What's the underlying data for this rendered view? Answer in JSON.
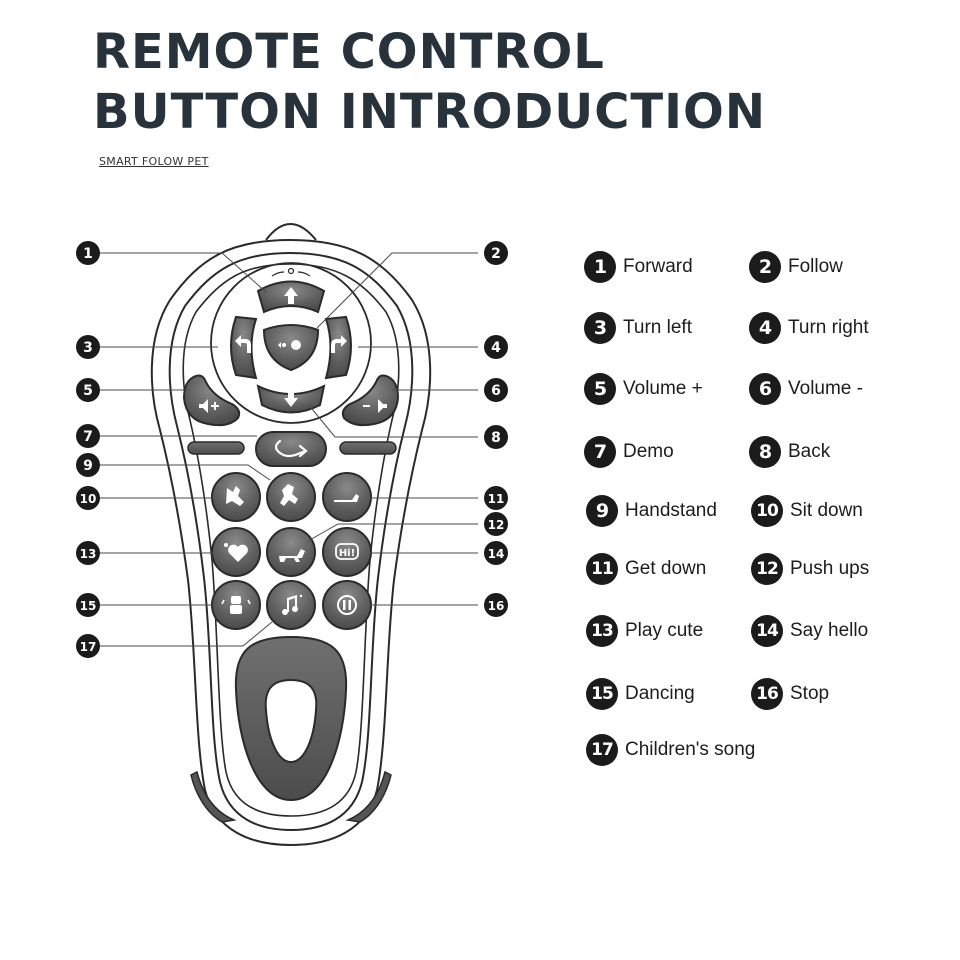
{
  "header": {
    "title_line1": "REMOTE CONTROL",
    "title_line2": "BUTTON INTRODUCTION",
    "subtitle": "SMART FOLOW PET"
  },
  "callouts": [
    "1",
    "2",
    "3",
    "4",
    "5",
    "6",
    "7",
    "8",
    "9",
    "10",
    "11",
    "12",
    "13",
    "14",
    "15",
    "16",
    "17"
  ],
  "remote_icons": {
    "hello_button_text": "Hi!"
  },
  "legend": [
    {
      "num": "1",
      "label": "Forward"
    },
    {
      "num": "2",
      "label": "Follow"
    },
    {
      "num": "3",
      "label": "Turn left"
    },
    {
      "num": "4",
      "label": "Turn right"
    },
    {
      "num": "5",
      "label": "Volume +"
    },
    {
      "num": "6",
      "label": "Volume -"
    },
    {
      "num": "7",
      "label": "Demo"
    },
    {
      "num": "8",
      "label": "Back"
    },
    {
      "num": "9",
      "label": "Handstand"
    },
    {
      "num": "10",
      "label": "Sit down"
    },
    {
      "num": "11",
      "label": "Get down"
    },
    {
      "num": "12",
      "label": "Push ups"
    },
    {
      "num": "13",
      "label": "Play cute"
    },
    {
      "num": "14",
      "label": "Say hello"
    },
    {
      "num": "15",
      "label": "Dancing"
    },
    {
      "num": "16",
      "label": "Stop"
    },
    {
      "num": "17",
      "label": "Children's song"
    }
  ],
  "colors": {
    "title": "#28323b",
    "button_fill": "#5a5a5a",
    "button_highlight": "#8a8a8a",
    "badge": "#1b1b1b",
    "outline": "#2a2a2a"
  }
}
